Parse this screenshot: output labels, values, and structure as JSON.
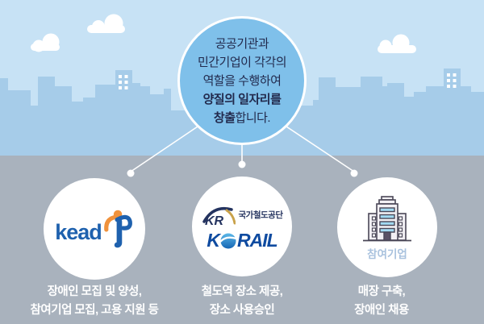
{
  "bubble": {
    "line1": "공공기관과",
    "line2": "민간기업이 각각의",
    "line3": "역할을 수행하여",
    "line4": "양질의 일자리를",
    "line5_bold": "창출",
    "line5_rest": "합니다."
  },
  "partners": {
    "kead": {
      "logo_text": "kead",
      "desc_line1": "장애인 모집 및 양성,",
      "desc_line2": "참여기업 모집, 고용 지원 등"
    },
    "korail": {
      "kr_mark": "KR",
      "kr_org": "국가철도공단",
      "korail_k": "K",
      "korail_rail": "RAIL",
      "desc_line1": "철도역 장소 제공,",
      "desc_line2": "장소 사용승인"
    },
    "company": {
      "label": "참여기업",
      "desc_line1": "매장 구축,",
      "desc_line2": "장애인 채용"
    }
  },
  "colors": {
    "sky": "#c7e2f5",
    "skyline": "#a6cce9",
    "ground": "#a9b2bd",
    "bubble_fill": "#7fc0ea",
    "bubble_border": "#ffffff",
    "bubble_text": "#222a4d",
    "kead_blue": "#1e61ae",
    "kead_orange": "#f0923c",
    "korail_blue": "#0f4ba0",
    "korail_globe_light": "#5cb8e8",
    "korail_globe_dark": "#1566b4",
    "kr_navy": "#24335f",
    "kr_gold": "#c9a24b",
    "company_label": "#a9c2de",
    "building_outline": "#4a4757",
    "building_window": "#a2daf2",
    "caption_text": "#ffffff"
  }
}
